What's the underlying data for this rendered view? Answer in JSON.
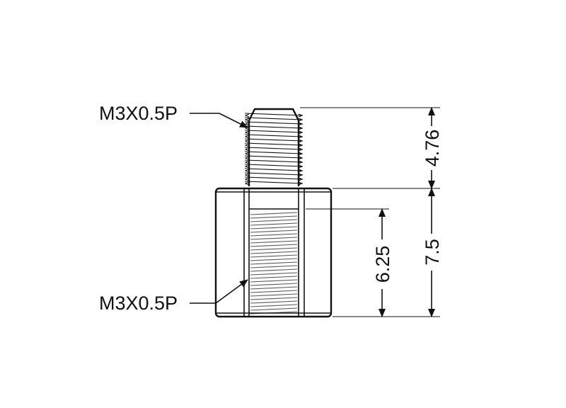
{
  "drawing": {
    "callout_top": "M3X0.5P",
    "callout_bottom": "M3X0.5P",
    "dim_thread_length": "4.76",
    "dim_body_height": "7.5",
    "dim_internal_thread": "6.25"
  }
}
